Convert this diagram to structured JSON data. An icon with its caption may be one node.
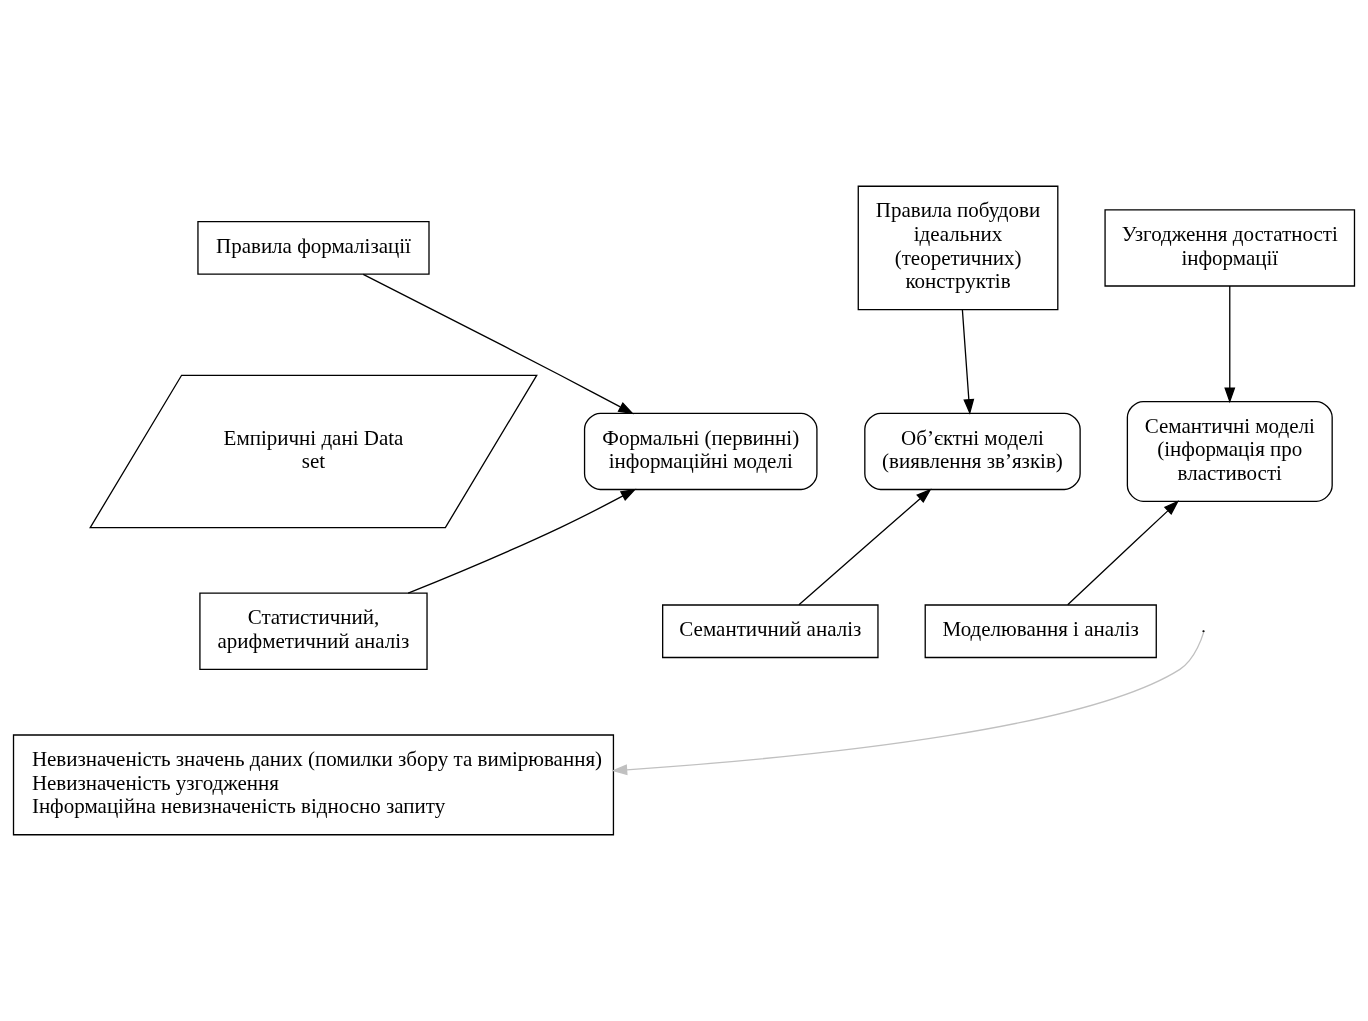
{
  "diagram": {
    "nodes": [
      {
        "text": [
          "Правила формалізації"
        ]
      },
      {
        "text": [
          "Правила побудови ідеальних (теоретичних) конструктів"
        ]
      },
      {
        "text": [
          "Узгодження достатності інформації"
        ]
      },
      {
        "text": [
          "Емпіричні дані Data set"
        ]
      },
      {
        "text": [
          "Формальні (первинні) інформаційні моделі"
        ]
      },
      {
        "text": [
          "Об’єктні моделі (виявлення зв’язків)"
        ]
      },
      {
        "text": [
          "Семантичні моделі (інформація про властивості"
        ]
      },
      {
        "text": [
          "Статистичний, арифметичний аналіз"
        ]
      },
      {
        "text": [
          "Семантичний аналіз"
        ]
      },
      {
        "text": [
          "Моделювання і аналіз"
        ]
      },
      {
        "text": [
          "Невизначеність значень даних (помилки збору та вимірювання)",
          "Невизначеність узгодження",
          "Інформаційна невизначеність відносно запиту"
        ]
      }
    ],
    "edges": [
      {
        "from": 0,
        "to": 4,
        "arrow": "to"
      },
      {
        "from": 1,
        "to": 5,
        "arrow": "to"
      },
      {
        "from": 2,
        "to": 6,
        "arrow": "to"
      },
      {
        "from": 7,
        "to": 4,
        "arrow": "to"
      },
      {
        "from": 8,
        "to": 5,
        "arrow": "to"
      },
      {
        "from": 9,
        "to": 6,
        "arrow": "to"
      },
      {
        "from": null,
        "to": 10,
        "arrow": "to",
        "color": "#c0c0c0"
      }
    ]
  }
}
